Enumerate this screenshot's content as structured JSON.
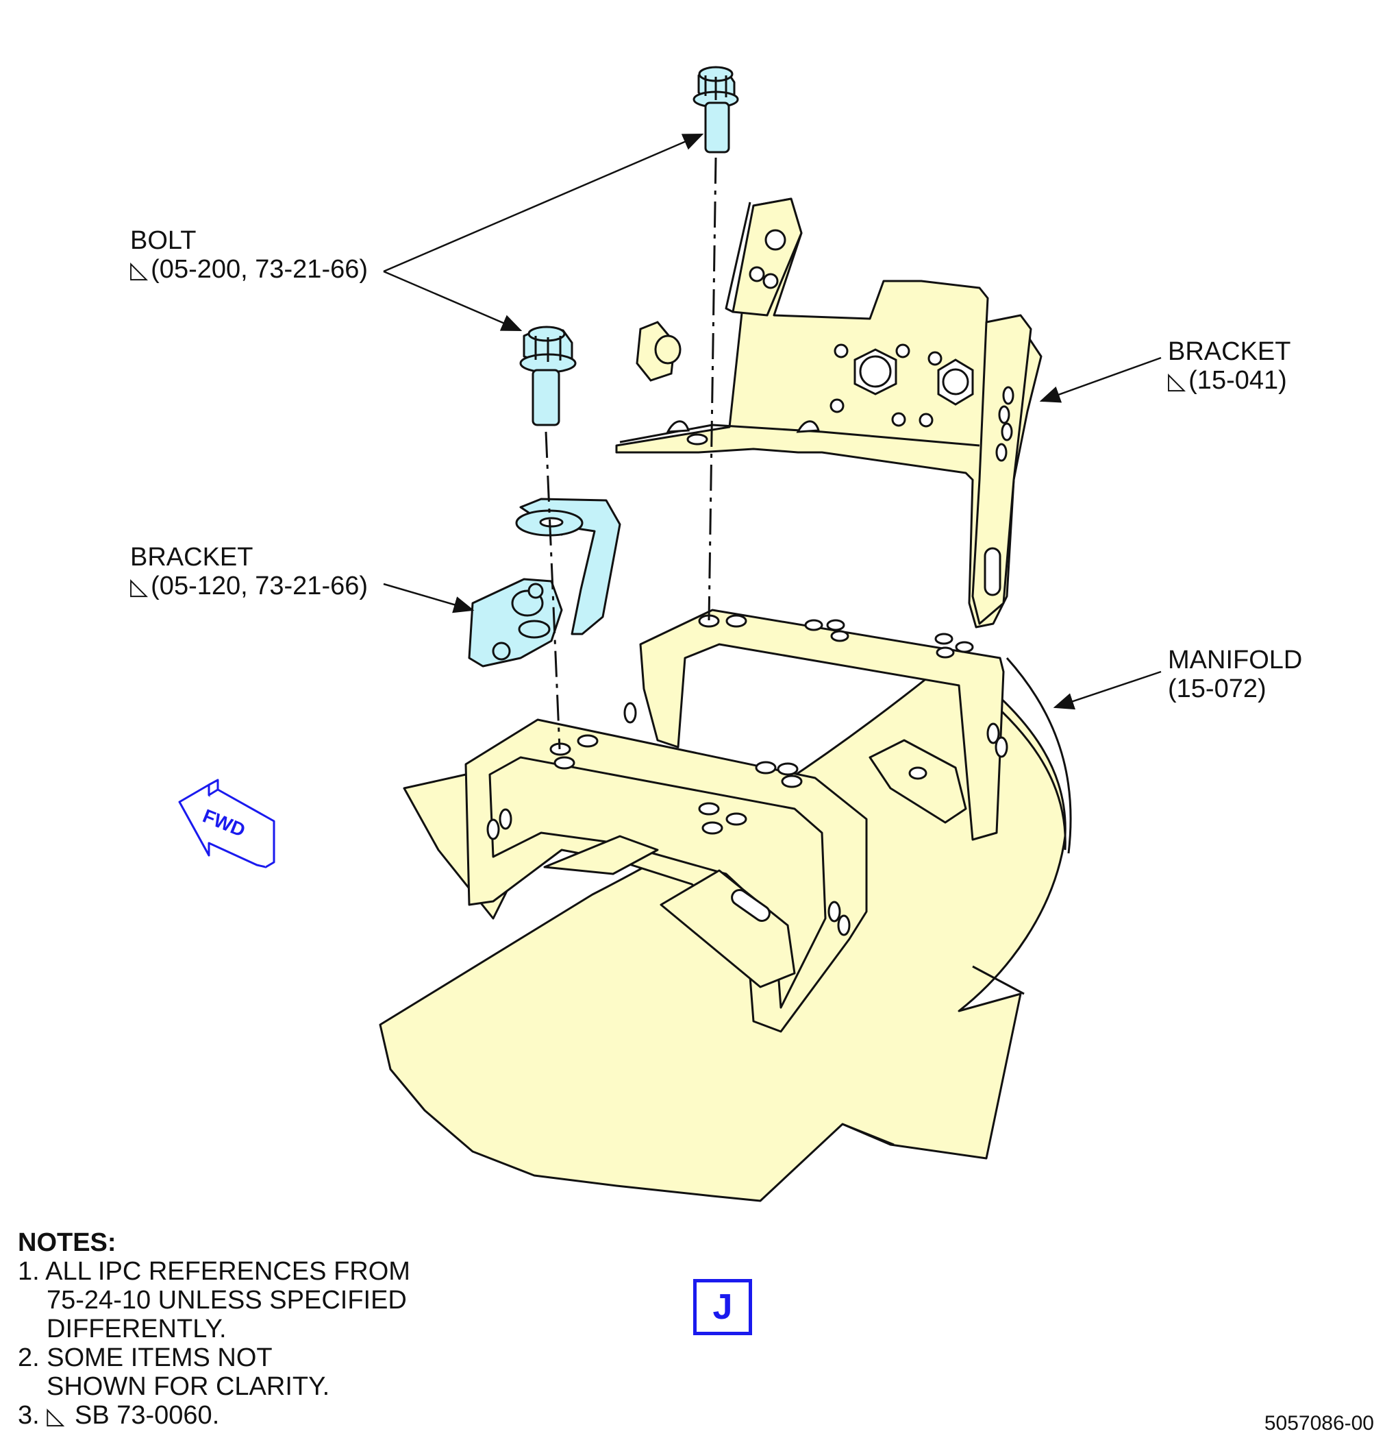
{
  "callouts": {
    "bolt": {
      "name": "BOLT",
      "ref": "(05-200, 73-21-66)",
      "delta": "◺"
    },
    "bracket_small": {
      "name": "BRACKET",
      "ref": "(05-120, 73-21-66)",
      "delta": "◺"
    },
    "bracket_large": {
      "name": "BRACKET",
      "ref": "(15-041)",
      "delta": "◺"
    },
    "manifold": {
      "name": "MANIFOLD",
      "ref": "(15-072)"
    }
  },
  "fwd_label": "FWD",
  "view_letter": "J",
  "notes": {
    "title": "NOTES:",
    "items": [
      {
        "line1": "1. ALL IPC REFERENCES FROM",
        "line2": "75-24-10 UNLESS SPECIFIED",
        "line3": "DIFFERENTLY."
      },
      {
        "line1": "2. SOME ITEMS NOT",
        "line2": "SHOWN FOR CLARITY."
      },
      {
        "delta": "◺",
        "prefix": "3.",
        "text": "SB 73-0060."
      }
    ]
  },
  "figure_number": "5057086-00",
  "colors": {
    "part_fill": "#fdfbc8",
    "highlight_fill": "#c4f2f9",
    "line": "#111111",
    "accent": "#1a1aee"
  }
}
